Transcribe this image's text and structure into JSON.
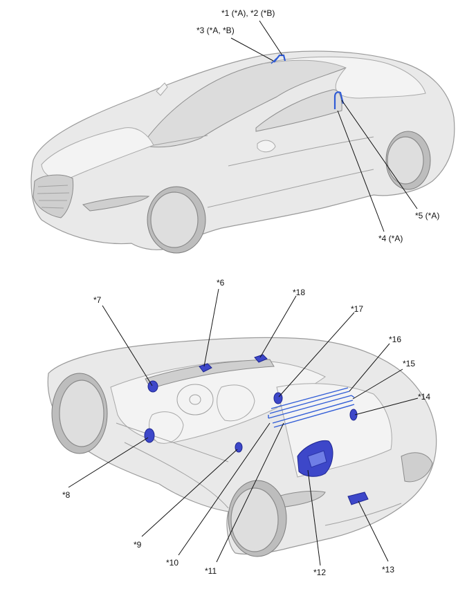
{
  "figure": {
    "labels": {
      "l1": "*1 (*A), *2 (*B)",
      "l3": "*3 (*A, *B)",
      "l4": "*4 (*A)",
      "l5": "*5 (*A)",
      "l6": "*6",
      "l7": "*7",
      "l8": "*8",
      "l9": "*9",
      "l10": "*10",
      "l11": "*11",
      "l12": "*12",
      "l13": "*13",
      "l14": "*14",
      "l15": "*15",
      "l16": "*16",
      "l17": "*17",
      "l18": "*18"
    },
    "colors": {
      "component": "#3d47c9",
      "antenna_wire": "#2f5bd6",
      "car_body": "#e9e9e9",
      "outline": "#9a9a9a"
    }
  }
}
